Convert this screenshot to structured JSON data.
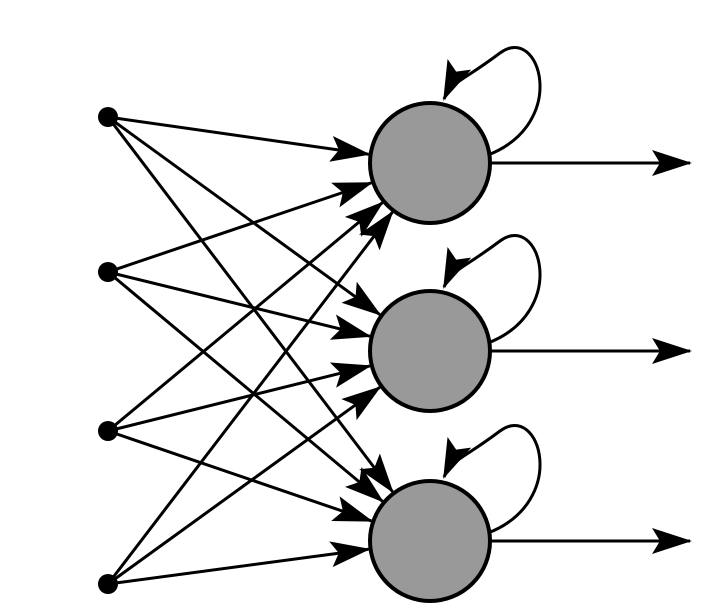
{
  "diagram": {
    "type": "recurrent-neural-network",
    "colors": {
      "background": "#ffffff",
      "stroke": "#000000",
      "neuron_fill": "#999999",
      "input_fill": "#000000"
    },
    "input_count": 4,
    "neuron_count": 3,
    "connectivity": "fully-connected",
    "self_loops": true,
    "outputs_per_neuron": 1
  }
}
